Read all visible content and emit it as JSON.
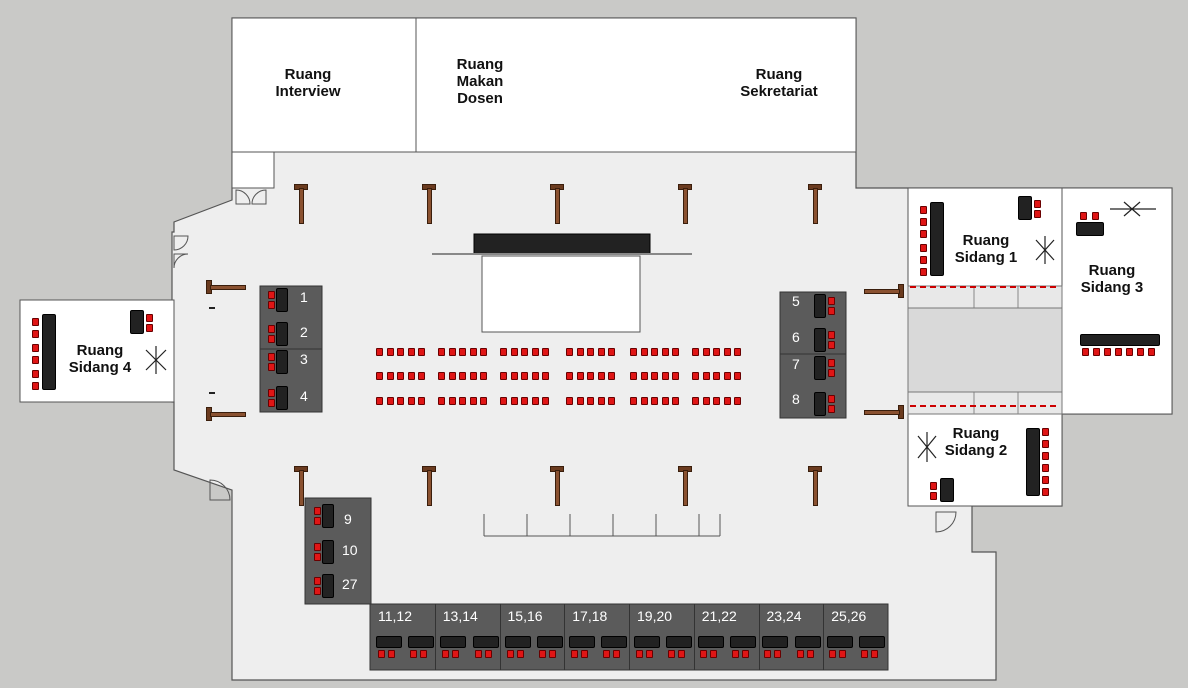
{
  "rooms": {
    "interview": "Ruang\nInterview",
    "makan_dosen": "Ruang\nMakan\nDosen",
    "sekretariat": "Ruang\nSekretariat",
    "sidang1": "Ruang\nSidang 1",
    "sidang2": "Ruang\nSidang 2",
    "sidang3": "Ruang\nSidang 3",
    "sidang4": "Ruang\nSidang 4"
  },
  "booths": {
    "left": [
      "1",
      "2",
      "3",
      "4"
    ],
    "right": [
      "5",
      "6",
      "7",
      "8"
    ],
    "lower_left": [
      "9",
      "10",
      "27"
    ],
    "bottom_row": [
      "11,12",
      "13,14",
      "15,16",
      "17,18",
      "19,20",
      "21,22",
      "23,24",
      "25,26"
    ]
  },
  "colors": {
    "floor": "#eeeeee",
    "background": "#c9c9c7",
    "booth": "#5b5b5b",
    "chair": "#e01515",
    "desk": "#222222",
    "pillar": "#8a5130",
    "dashed_line": "#cc0000"
  }
}
